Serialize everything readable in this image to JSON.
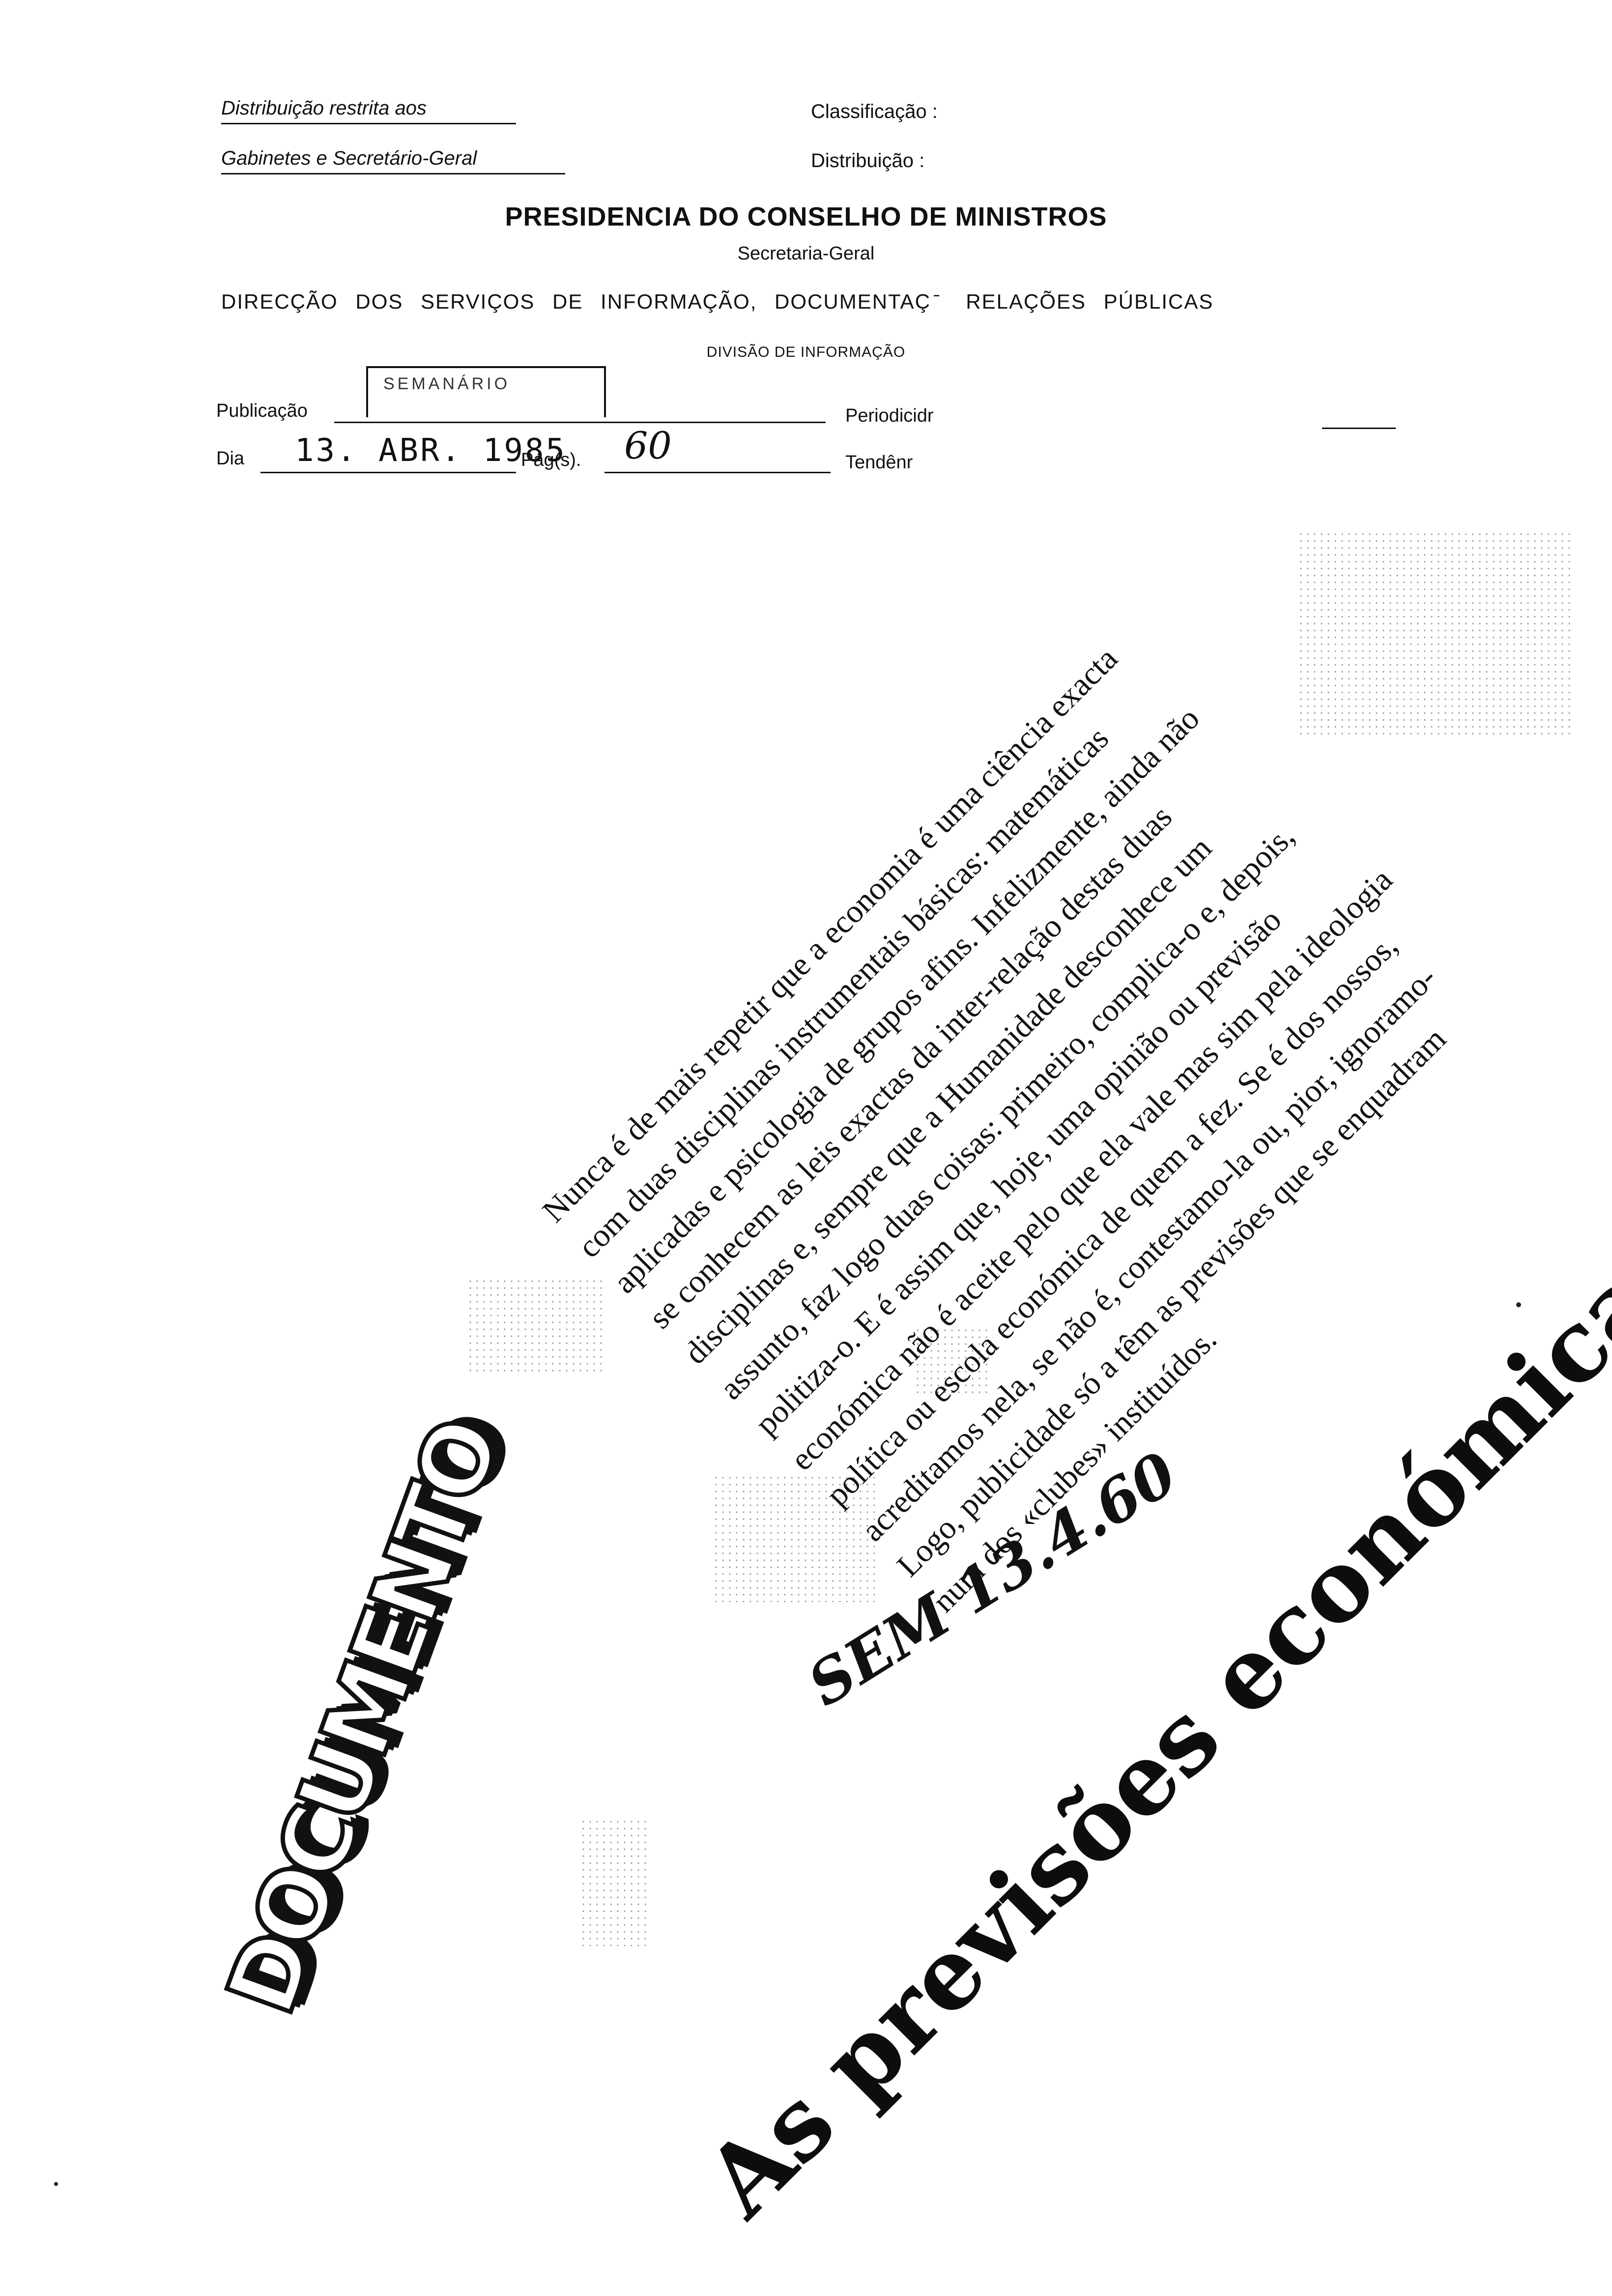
{
  "header": {
    "restricted_line1": "Distribuição restrita aos",
    "restricted_line2": "Gabinetes e Secretário-Geral",
    "classificacao_label": "Classificação :",
    "distribuicao_label": "Distribuição :"
  },
  "org": {
    "title": "PRESIDENCIA DO CONSELHO DE MINISTROS",
    "subtitle": "Secretaria-Geral",
    "department": "DIRECÇÃO DOS SERVIÇOS DE INFORMAÇÃO, DOCUMENTAÇ   ̄  RELAÇÕES PÚBLICAS",
    "division": "DIVISÃO DE INFORMAÇÃO"
  },
  "form": {
    "publicacao_label": "Publicação",
    "publicacao_stamp": "SEMANÁRIO",
    "periodicidade_label": "Periodicidr",
    "dia_label": "Dia",
    "dia_value": "13. ABR. 1985",
    "pags_label": "Pág(s).",
    "pags_value": "60",
    "tendencia_label": "Tendênr"
  },
  "article": {
    "lines": [
      "Nunca é de mais repetir que a economia é uma ciência exacta",
      "com duas disciplinas instrumentais básicas: matemáticas",
      "aplicadas e psicologia de grupos afins. Infelizmente, ainda não",
      "se conhecem as leis exactas da inter-relação destas duas",
      "disciplinas e, sempre que a Humanidade desconhece um",
      "assunto, faz logo duas coisas: primeiro, complica-o e, depois,",
      "politiza-o. E é assim que, hoje, uma opinião ou previsão",
      "económica não é aceite pelo que ela vale mas sim pela ideologia",
      "política ou escola económica de quem a fez. Se é dos nossos,",
      "acreditamos nela, se não é, contestamo-la ou, pior, ignoramo-",
      "Logo, publicidade só a têm as previsões que se enquadram",
      "num dos «clubes» instituídos."
    ],
    "headline": "As previsões económicas e os compadrios",
    "masthead": "DOCUMENTO",
    "handwritten_note": "SEM 13.4.60"
  }
}
